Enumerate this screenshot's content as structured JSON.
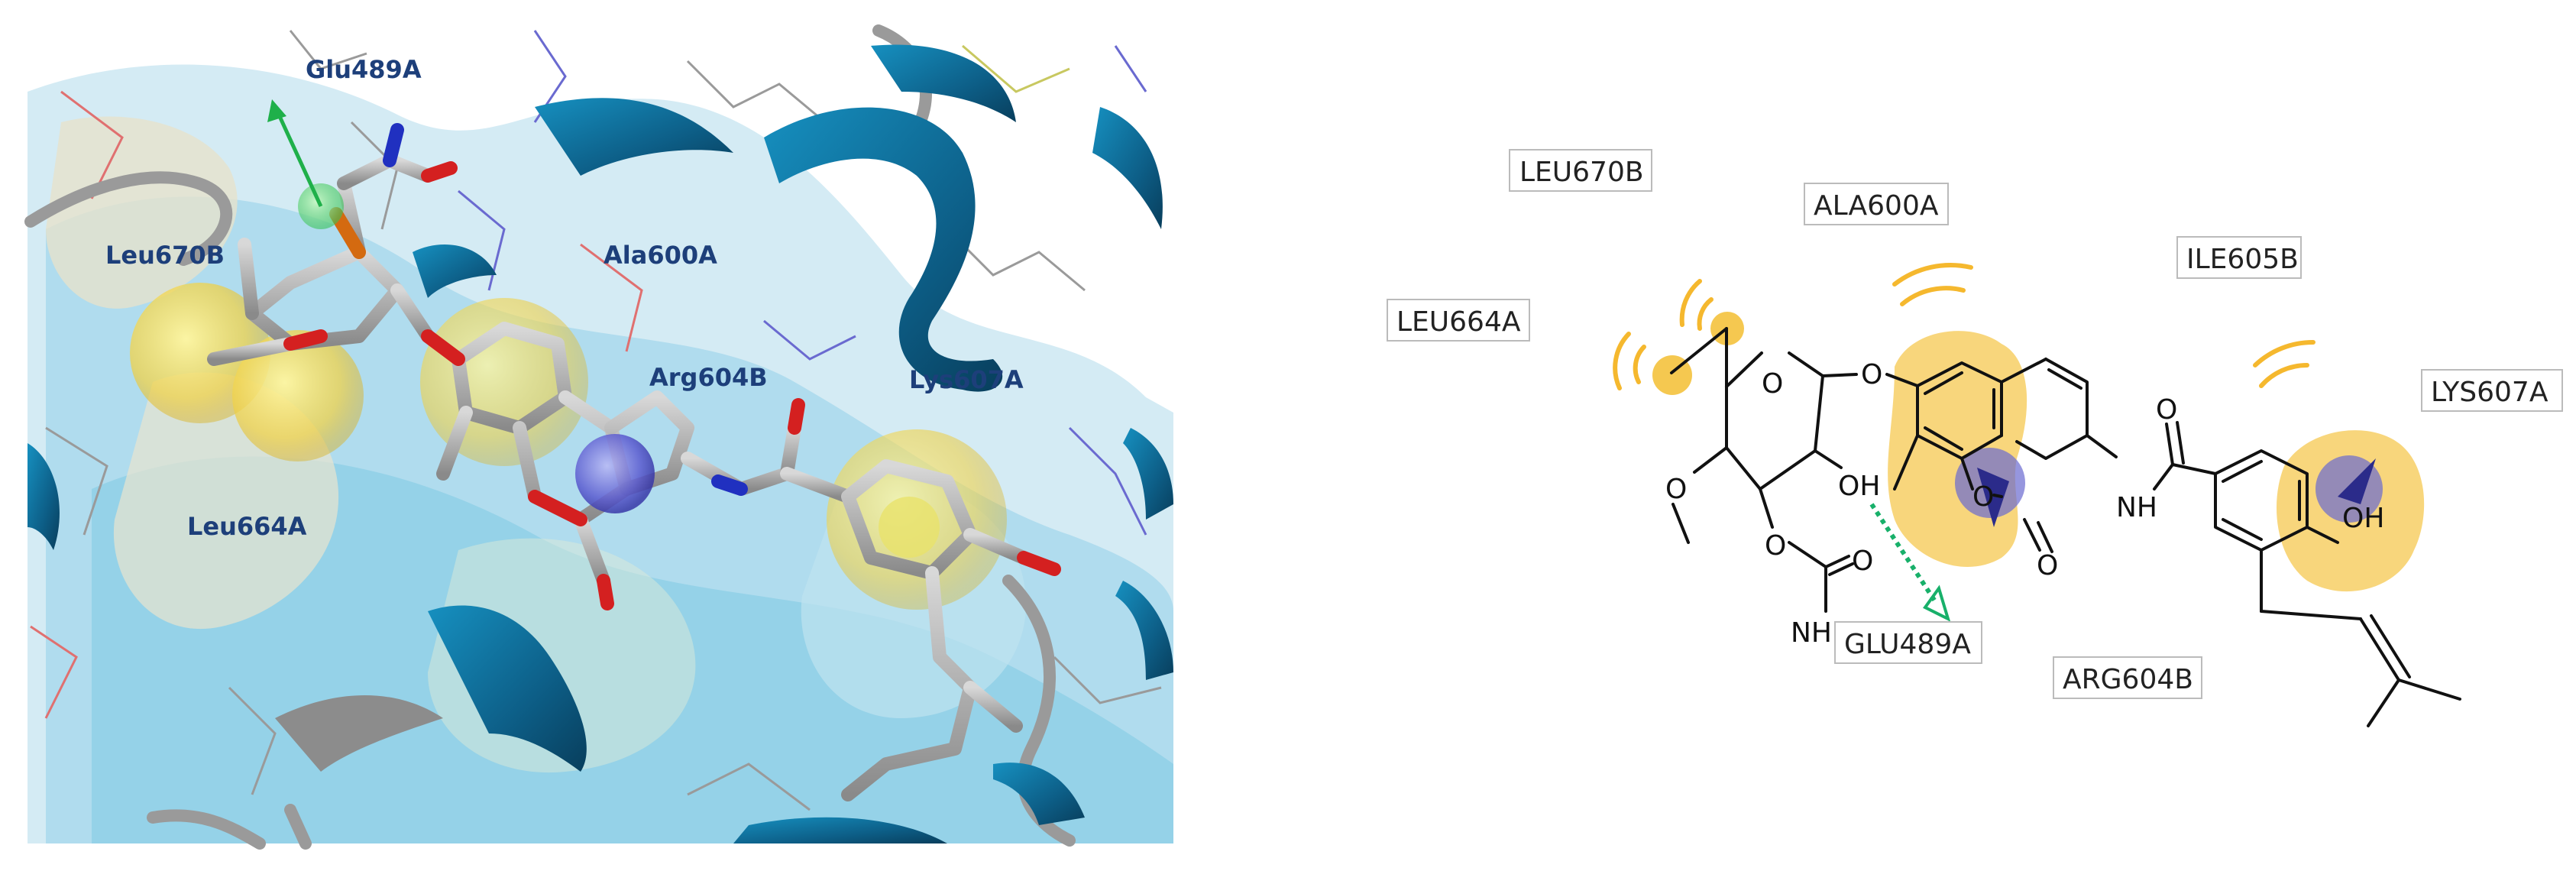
{
  "panel_3d": {
    "residue_labels": [
      "Glu489A",
      "Leu670B",
      "Ala600A",
      "Arg604B",
      "Lys607A",
      "Leu664A"
    ]
  },
  "panel_2d": {
    "residue_labels": [
      "LEU670B",
      "ALA600A",
      "ILE605B",
      "LEU664A",
      "LYS607A",
      "GLU489A",
      "ARG604B"
    ],
    "atom_labels": [
      "O",
      "O",
      "O",
      "OH",
      "O",
      "O",
      "NH",
      "O",
      "O",
      "NH",
      "O",
      "OH"
    ]
  },
  "colors": {
    "hydrophobic": "#f5b82e",
    "aromatic_ring": "#6a6ad0",
    "hbond": "#18b06a",
    "ribbon": "#0e6b94",
    "surface": "#aedcef"
  }
}
